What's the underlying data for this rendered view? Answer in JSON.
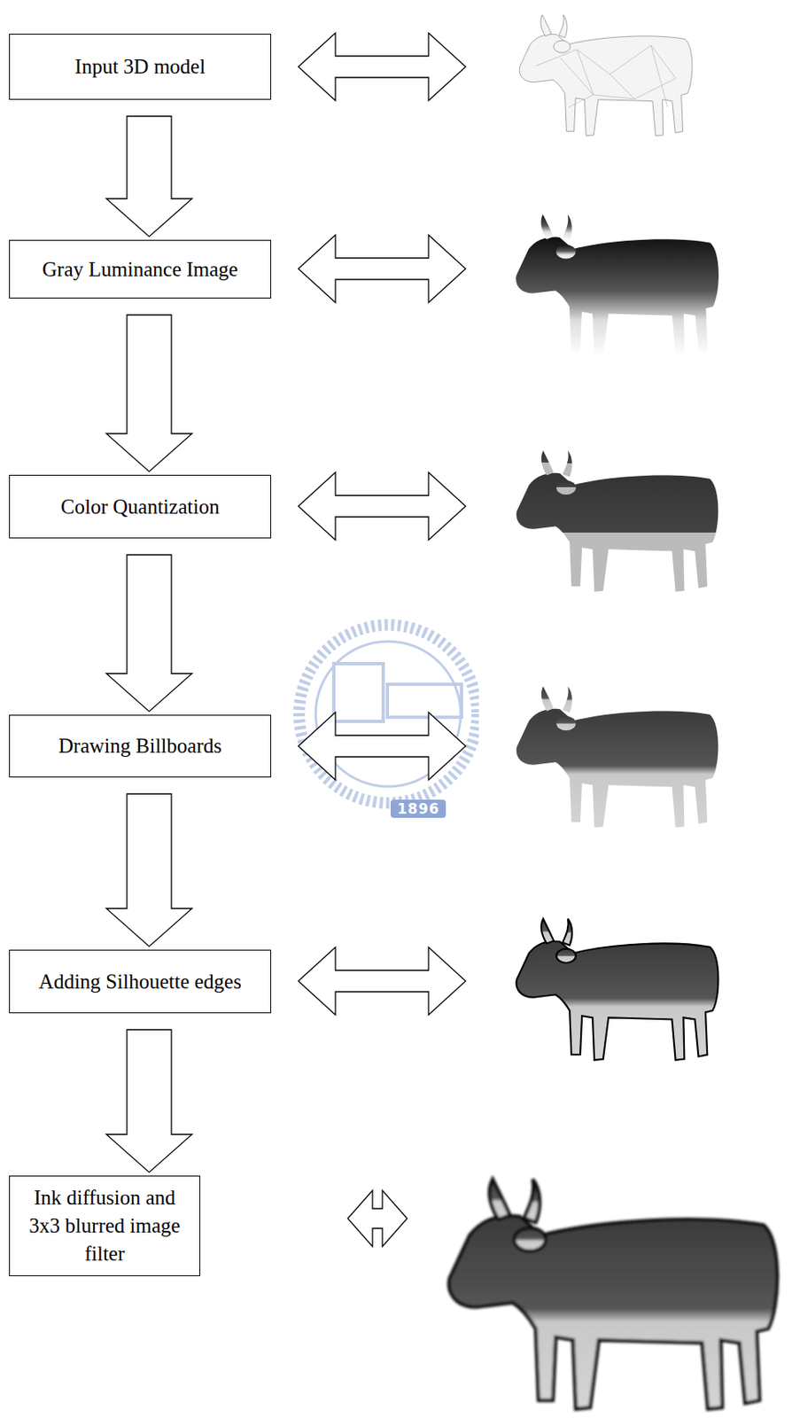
{
  "diagram": {
    "nodes": [
      {
        "text": [
          "Input 3D model"
        ]
      },
      {
        "text": [
          "Gray Luminance Image"
        ]
      },
      {
        "text": [
          "Color Quantization"
        ]
      },
      {
        "text": [
          "Drawing Billboards"
        ]
      },
      {
        "text": [
          "Adding Silhouette edges"
        ]
      },
      {
        "text": [
          "Ink diffusion and 3x3 blurred image filter"
        ]
      }
    ],
    "edges": [
      {
        "from": 0,
        "to": 1,
        "arrow": "to"
      },
      {
        "from": 1,
        "to": 2,
        "arrow": "to"
      },
      {
        "from": 2,
        "to": 3,
        "arrow": "to"
      },
      {
        "from": 3,
        "to": 4,
        "arrow": "to"
      },
      {
        "from": 4,
        "to": 5,
        "arrow": "to"
      }
    ],
    "labels": [
      "1896"
    ]
  }
}
